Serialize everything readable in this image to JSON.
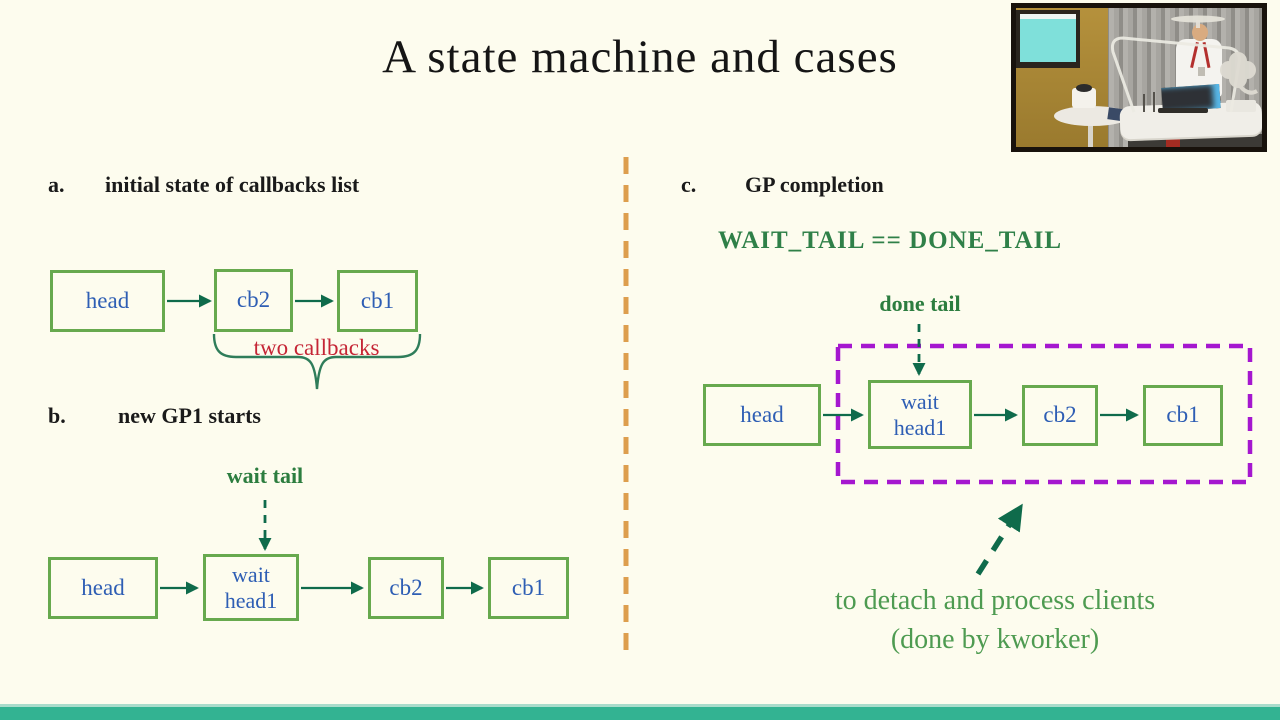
{
  "slide": {
    "title": "A state machine and cases",
    "section_a": {
      "index": "a.",
      "heading": "initial state of callbacks list",
      "nodes": [
        "head",
        "cb2",
        "cb1"
      ],
      "annotation": "two callbacks"
    },
    "section_b": {
      "index": "b.",
      "heading": "new GP1 starts",
      "pointer_label": "wait tail",
      "nodes": [
        "head",
        "wait\nhead1",
        "cb2",
        "cb1"
      ]
    },
    "section_c": {
      "index": "c.",
      "heading": "GP completion",
      "condition": "WAIT_TAIL == DONE_TAIL",
      "pointer_label": "done tail",
      "nodes": [
        "head",
        "wait\nhead1",
        "cb2",
        "cb1"
      ],
      "note": "to detach and process clients\n(done by kworker)"
    },
    "colors": {
      "background": "#fdfcee",
      "box_border_green": "#67a94e",
      "node_text_blue": "#2e5eb4",
      "arrow_green": "#0f6b4b",
      "label_green": "#2c7d3f",
      "note_green": "#4e9b51",
      "annotation_red": "#c52636",
      "divider_orange": "#dd9e4d",
      "region_purple": "#a517cf",
      "footer_teal": "#33b392"
    }
  }
}
